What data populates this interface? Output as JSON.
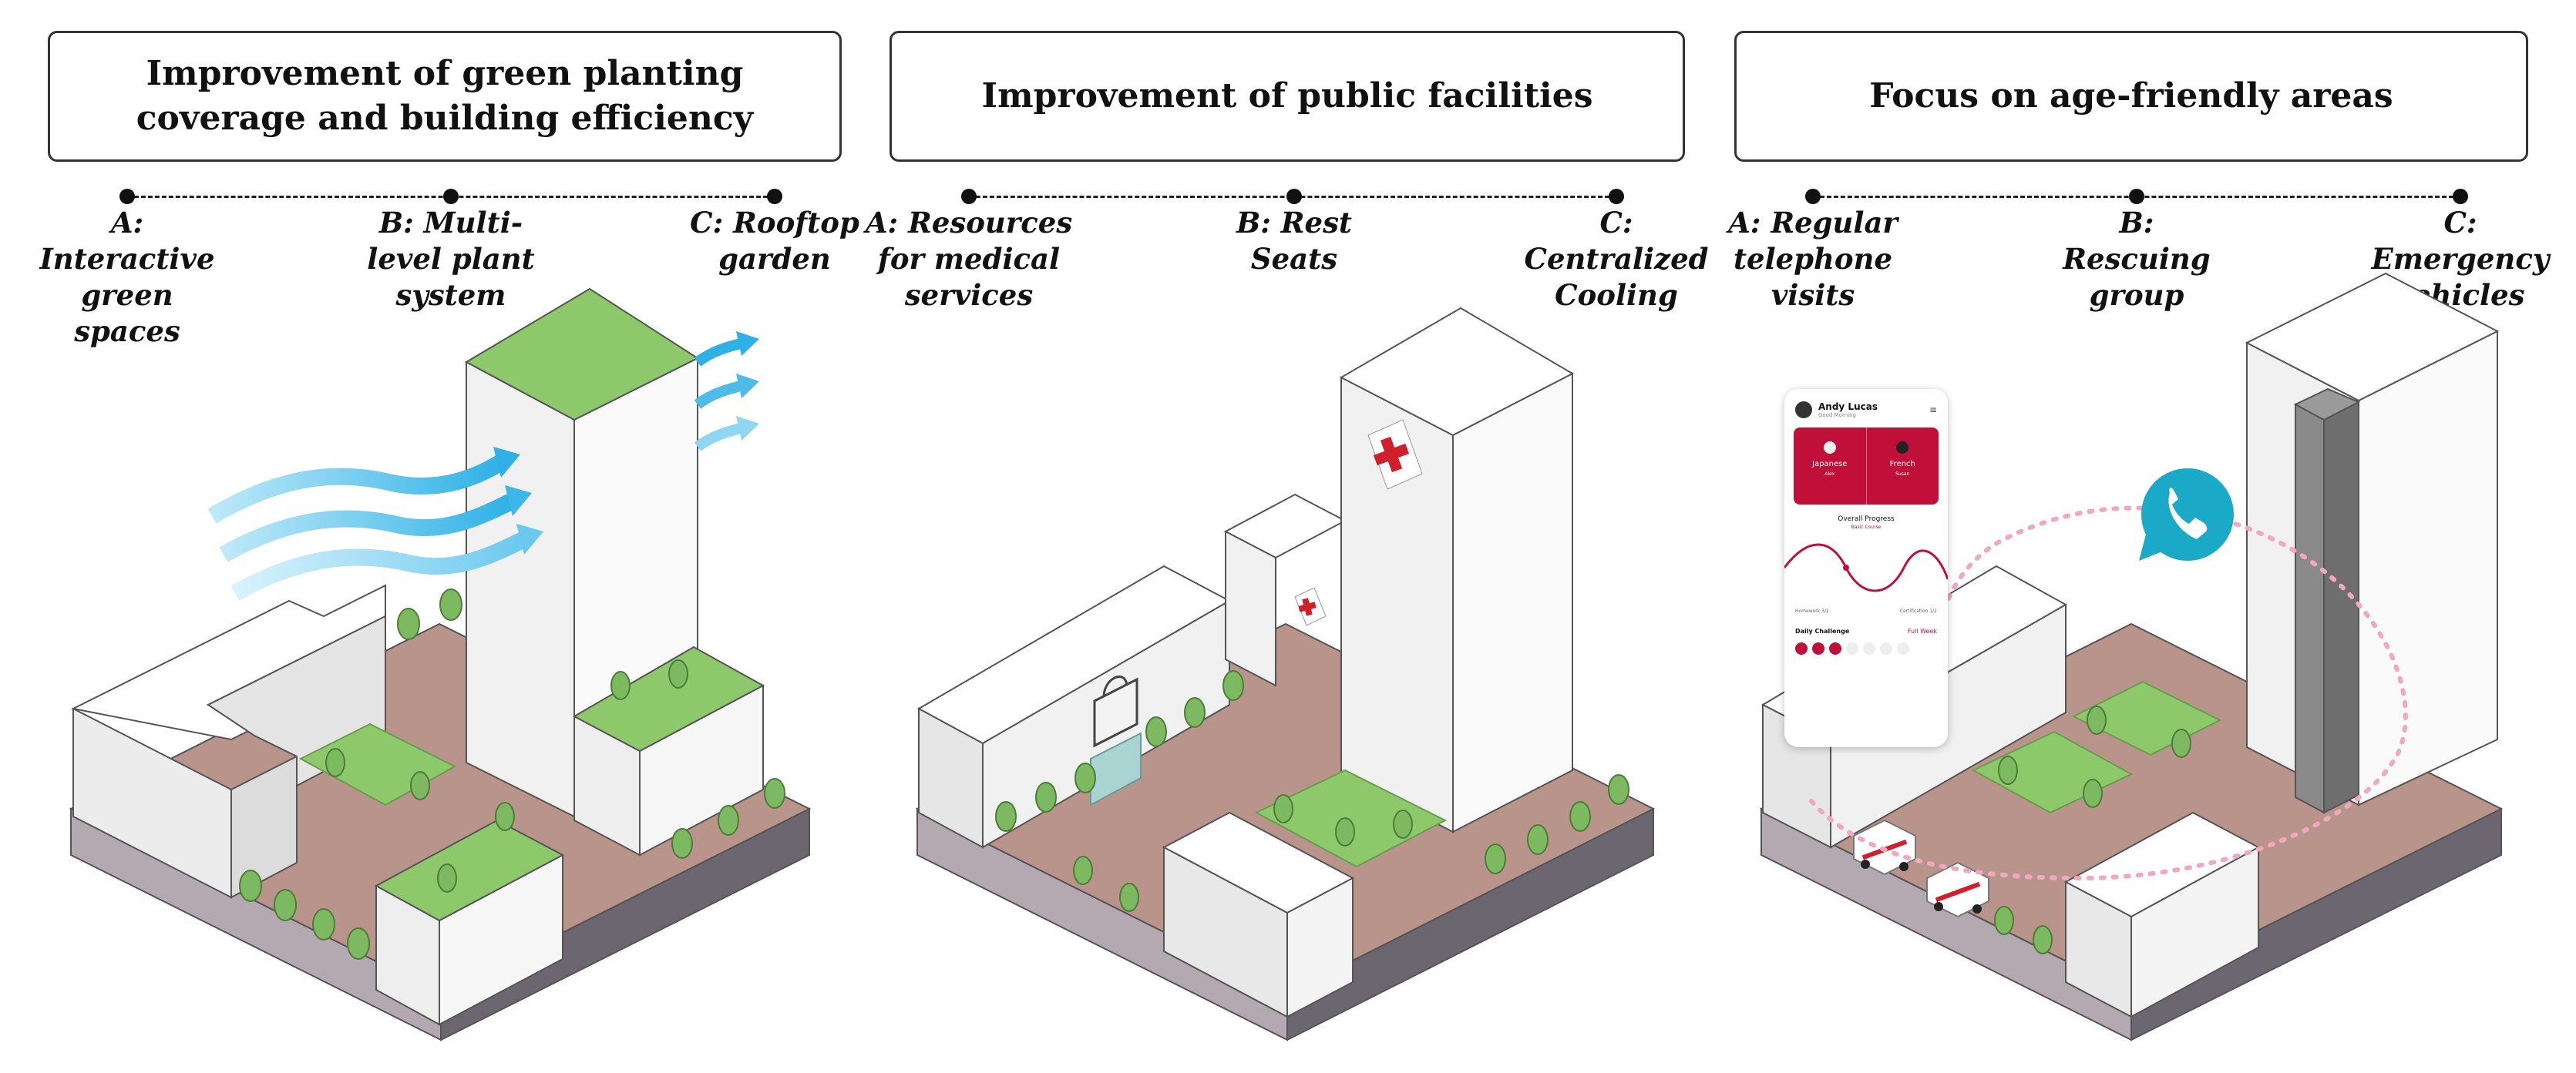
{
  "panels": [
    {
      "title": "Improvement of green planting coverage and building efficiency",
      "options": [
        {
          "label": "A: Interactive green spaces"
        },
        {
          "label": "B: Multi-level plant  system"
        },
        {
          "label": "C: Rooftop garden"
        }
      ]
    },
    {
      "title": "Improvement of public facilities",
      "options": [
        {
          "label": "A: Resources for medical services"
        },
        {
          "label": "B: Rest Seats"
        },
        {
          "label": "C: Centralized Cooling"
        }
      ]
    },
    {
      "title": "Focus on age-friendly areas",
      "options": [
        {
          "label": "A: Regular telephone visits"
        },
        {
          "label": "B: Rescuing group"
        },
        {
          "label": "C: Emergency vehicles"
        }
      ]
    }
  ],
  "phone_app": {
    "user_name": "Andy Lucas",
    "user_subtitle": "Good Morning",
    "card_left_title": "Japanese",
    "card_left_sub": "Alex",
    "card_right_title": "French",
    "card_right_sub": "Susan",
    "progress_title": "Overall Progress",
    "progress_sub": "Basic Course",
    "stat_left": "Homework 3/2",
    "stat_right": "Certification 1/2",
    "challenge_title": "Daily Challenge",
    "challenge_link": "Full Week"
  },
  "colors": {
    "ground": "#b9948a",
    "grass": "#8dc86a",
    "building_top": "#ffffff",
    "building_side": "#e8e8e8",
    "wind": "#4dbce9",
    "cross": "#d0202b",
    "phone_red": "#c0103a",
    "chat_teal": "#1aa9c6"
  }
}
